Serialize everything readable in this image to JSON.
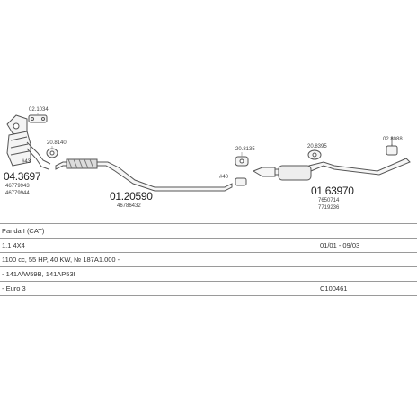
{
  "labels": {
    "clamp_top_left": "02.1034",
    "clamp_mid_left": "20.8140",
    "arrow_ref": "#43",
    "part_front_code": "04.3697",
    "part_front_oem_1": "46779943",
    "part_front_oem_2": "46779944",
    "part_mid_code": "01.20590",
    "part_mid_oem": "46786432",
    "mid_ref": "#40",
    "clamp_mid": "20.8135",
    "clamp_rear": "20.8395",
    "hanger_rear": "02.8088",
    "part_rear_code": "01.63970",
    "part_rear_oem_1": "7650714",
    "part_rear_oem_2": "7719236"
  },
  "table": {
    "rows": [
      {
        "c1": "Panda I (CAT)",
        "c2": ""
      },
      {
        "c1": "1.1 4X4",
        "c2": "01/01 - 09/03"
      },
      {
        "c1": "1100 cc, 55 HP, 40 KW, № 187A1.000 -",
        "c2": ""
      },
      {
        "c1": "- 141A/W59B, 141AP53I",
        "c2": ""
      },
      {
        "c1": "- Euro 3",
        "c2": "C100461"
      }
    ]
  }
}
